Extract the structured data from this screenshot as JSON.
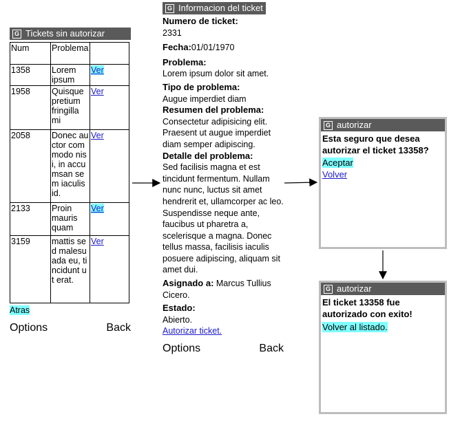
{
  "screen1": {
    "title": "Tickets sin autorizar",
    "headers": [
      "Num",
      "Problema"
    ],
    "rows": [
      {
        "num": "1358",
        "problem": "Lorem ipsum",
        "action": "Ver",
        "highlight": true
      },
      {
        "num": "1958",
        "problem": "Quisque pretium fringilla mi",
        "action": "Ver",
        "highlight": false
      },
      {
        "num": "2058",
        "problem": "Donec auctor commodo nisi, in accumsan sem iaculis id.",
        "action": "Ver",
        "highlight": false
      },
      {
        "num": "2133",
        "problem": "Proin mauris quam",
        "action": "Ver",
        "highlight": true
      },
      {
        "num": "3159",
        "problem": "mattis sed malesuada eu, tincidunt ut erat.",
        "action": "Ver",
        "highlight": false
      }
    ],
    "back_link": "Atras",
    "softkey_left": "Options",
    "softkey_right": "Back"
  },
  "screen2": {
    "title": "Informacion del ticket",
    "numero_label": "Numero de ticket:",
    "numero_value": "2331",
    "fecha_label": "Fecha:",
    "fecha_value": "01/01/1970",
    "problema_label": "Problema:",
    "problema_value": "Lorem ipsum dolor sit amet.",
    "tipo_label": "Tipo de problema:",
    "tipo_value": "Augue imperdiet diam",
    "resumen_label": "Resumen del problema:",
    "resumen_value": "Consectetur adipisicing elit. Praesent ut augue imperdiet diam semper adipiscing.",
    "detalle_label": "Detalle del problema:",
    "detalle_value": "Sed facilisis magna et est tincidunt fermentum. Nullam nunc nunc, luctus sit amet hendrerit et, ullamcorper ac leo. Suspendisse neque ante, faucibus ut pharetra a, scelerisque a magna. Donec tellus massa, facilisis iaculis posuere adipiscing, aliquam sit amet dui.",
    "asignado_label": "Asignado a:",
    "asignado_value": " Marcus Tullius Cicero.",
    "estado_label": "Estado:",
    "estado_value": "Abierto.",
    "authorize_link": "Autorizar ticket.",
    "softkey_left": "Options",
    "softkey_right": "Back"
  },
  "dialog_confirm": {
    "title": "autorizar",
    "message": "Esta seguro que desea autorizar el ticket 13358?",
    "accept": "Aceptar",
    "back": "Volver"
  },
  "dialog_done": {
    "title": "autorizar",
    "message": "El ticket 13358 fue autorizado con exito!",
    "back_to_list": "Volver al listado."
  },
  "colors": {
    "titlebar": "#5a5a5a",
    "highlight": "#7fffff",
    "link": "#1a1acc",
    "dialog_border": "#bdbdbd"
  }
}
